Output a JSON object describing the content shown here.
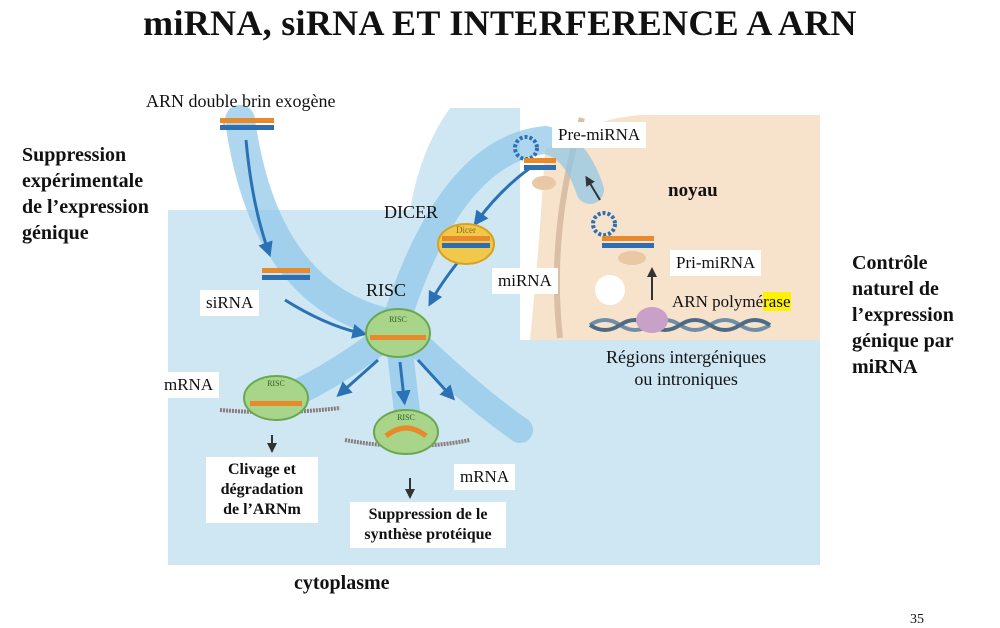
{
  "title": "miRNA, siRNA ET INTERFERENCE A ARN",
  "left_heading": [
    "Suppression",
    "expérimentale",
    "de l’expression",
    "génique"
  ],
  "right_heading": [
    "Contrôle",
    "naturel de",
    "l’expression",
    "génique par",
    "miRNA"
  ],
  "labels": {
    "exogenous_dsrna": "ARN double brin exogène",
    "pre_mirna": "Pre-miRNA",
    "noyau": "noyau",
    "dicer": "DICER",
    "dicer_enzyme": "Dicer",
    "pri_mirna": "Pri-miRNA",
    "mirna": "miRNA",
    "rna_polymerase_prefix": "ARN polymé",
    "rna_polymerase_highlight": "rase",
    "risc": "RISC",
    "risc_small": "RISC",
    "sirna": "siRNA",
    "intergenic_line1": "Régions intergéniques",
    "intergenic_line2": "ou introniques",
    "mrna_left": "mRNA",
    "mrna_right": "mRNA",
    "cleavage": [
      "Clivage et",
      "dégradation",
      "de l’ARNm"
    ],
    "translation_suppression": [
      "Suppression de le",
      "synthèse protéique"
    ],
    "cytoplasme": "cytoplasme",
    "page_number": "35"
  },
  "colors": {
    "cytoplasm": "#cfe6f3",
    "pathway": "#8cc6e8",
    "arrow": "#2a72b5",
    "nucleus": "#f7e3cc",
    "risc": "#a9d58a",
    "dicer": "#f2c84b",
    "rna_orange": "#e8892a",
    "rna_blue": "#2f6fb0",
    "highlight": "#fff200"
  }
}
